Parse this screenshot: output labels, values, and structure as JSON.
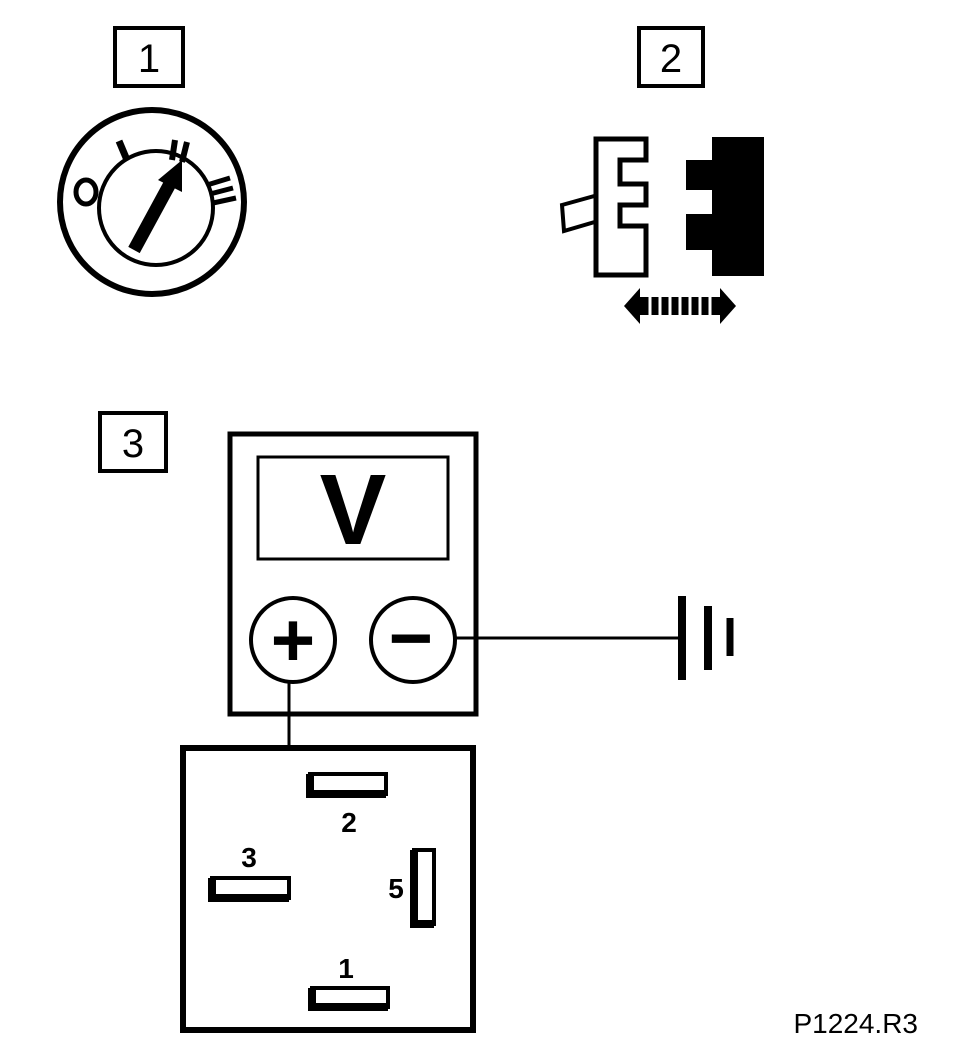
{
  "steps": [
    {
      "number": "1"
    },
    {
      "number": "2"
    },
    {
      "number": "3"
    }
  ],
  "ignition": {
    "positions": [
      "0",
      "I",
      "II",
      "III"
    ]
  },
  "voltmeter": {
    "display": "V",
    "positive": "+",
    "negative": "−"
  },
  "connector": {
    "pins": [
      "2",
      "3",
      "5",
      "1"
    ]
  },
  "reference": "P1224.R3",
  "colors": {
    "ink": "#000000",
    "paper": "#ffffff"
  }
}
